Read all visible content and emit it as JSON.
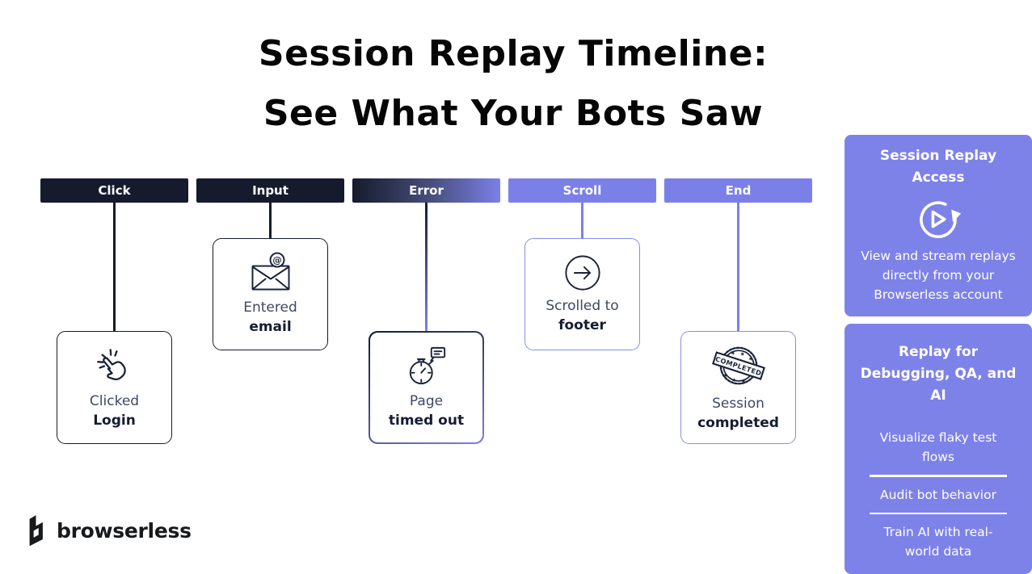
{
  "title": {
    "line1": "Session Replay Timeline:",
    "line2": "See What Your Bots Saw"
  },
  "timeline": {
    "events": [
      {
        "label": "Click",
        "line1": "Clicked",
        "line2": "Login",
        "icon": "click-icon"
      },
      {
        "label": "Input",
        "line1": "Entered",
        "line2": "email",
        "icon": "email-at-icon"
      },
      {
        "label": "Error",
        "line1": "Page",
        "line2": "timed out",
        "icon": "stopwatch-timeout-icon"
      },
      {
        "label": "Scroll",
        "line1": "Scrolled to",
        "line2": "footer",
        "icon": "arrow-right-circle-icon"
      },
      {
        "label": "End",
        "line1": "Session",
        "line2": "completed",
        "icon": "completed-stamp-icon",
        "stamp_text": "COMPLETED"
      }
    ]
  },
  "icons": {
    "at_symbol": "@"
  },
  "sidebar": {
    "panels": [
      {
        "title": "Session Replay Access",
        "icon": "session-replay-icon",
        "body": "View and stream replays directly from your Browserless account"
      },
      {
        "title": "Replay for Debugging, QA, and AI",
        "items": [
          "Visualize flaky test flows",
          "Audit bot behavior",
          "Train AI with real-world data"
        ]
      }
    ]
  },
  "logo": {
    "text": "browserless"
  },
  "colors": {
    "dark_navy": "#151b2c",
    "periwinkle": "#7d82e9",
    "background": "#ffffff"
  }
}
